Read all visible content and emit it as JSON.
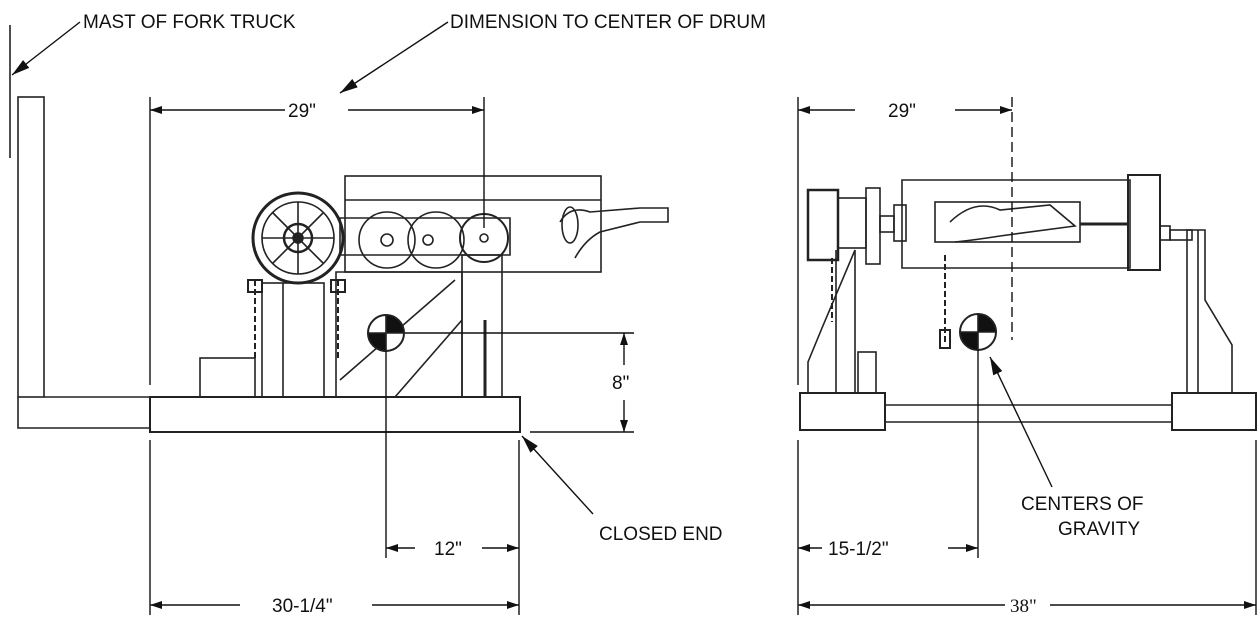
{
  "labels": {
    "mast": "MAST OF FORK TRUCK",
    "drum_center": "DIMENSION TO CENTER OF DRUM",
    "closed_end": "CLOSED END",
    "cog_line1": "CENTERS OF",
    "cog_line2": "GRAVITY"
  },
  "dimensions": {
    "side_top": "29\"",
    "side_height": "8\"",
    "side_cog": "12\"",
    "side_overall": "30-1/4\"",
    "end_top": "29\"",
    "end_cog": "15-1/2\"",
    "end_overall": "38\""
  }
}
